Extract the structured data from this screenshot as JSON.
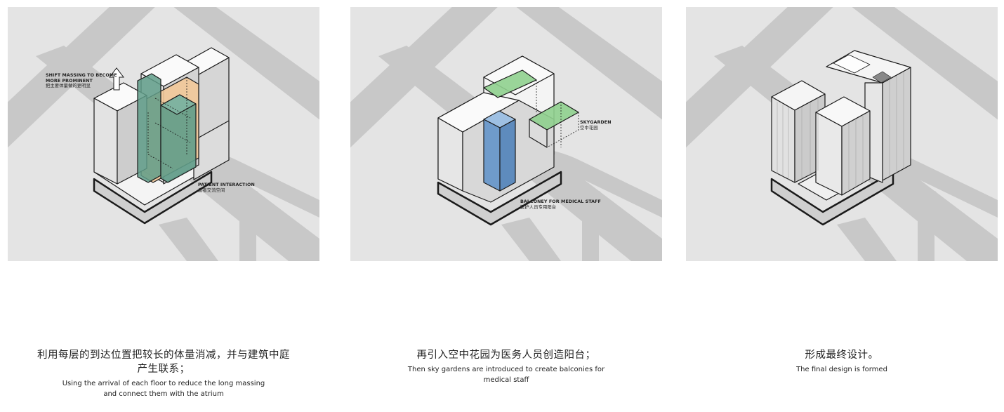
{
  "panels": [
    {
      "annotations": {
        "shift_en_1": "SHIFT MASSING TO BECOME",
        "shift_en_2": "MORE PROMINENT",
        "shift_zh": "把主要体量做的更明显",
        "patient_en": "PATIENT INTERACTION",
        "patient_zh": "患者交流空间"
      },
      "caption_zh": "利用每层的到达位置把较长的体量消减，并与建筑中庭产生联系；",
      "caption_en": "Using the arrival of each floor to reduce the long massing and connect them with the atrium"
    },
    {
      "annotations": {
        "sky_en": "SKYGARDEN",
        "sky_zh": "空中花园",
        "balcony_en": "BALCONEY FOR MEDICAL STAFF",
        "balcony_zh": "医护人员专用阳台"
      },
      "caption_zh": "再引入空中花园为医务人员创造阳台；",
      "caption_en": "Then sky gardens are introduced to create balconies for medical staff"
    },
    {
      "annotations": {},
      "caption_zh": "形成最终设计。",
      "caption_en": "The final design is formed"
    }
  ],
  "colors": {
    "panel_bg": "#e4e4e4",
    "road": "#c6c6c6",
    "highlight_orange": "#f2c898",
    "highlight_green": "#5f9c88",
    "skygarden_green": "#8fd08e",
    "balcony_blue": "#6f9bcb"
  },
  "icons": {
    "shift_arrow": "up-arrow-icon"
  }
}
